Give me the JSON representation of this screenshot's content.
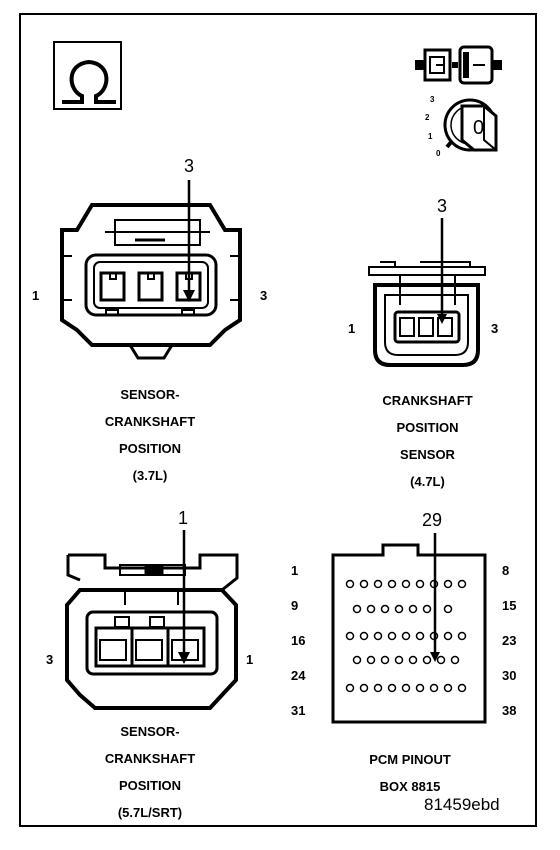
{
  "connector_37": {
    "callout": "3",
    "pin_left": "1",
    "pin_right": "3",
    "caption": [
      "SENSOR-",
      "CRANKSHAFT",
      "POSITION",
      "(3.7L)"
    ]
  },
  "connector_47": {
    "callout": "3",
    "pin_left": "1",
    "pin_right": "3",
    "caption": [
      "CRANKSHAFT",
      "POSITION",
      "SENSOR",
      "(4.7L)"
    ]
  },
  "connector_57": {
    "callout": "1",
    "pin_left": "3",
    "pin_right": "1",
    "caption": [
      "SENSOR-",
      "CRANKSHAFT",
      "POSITION",
      "(5.7L/SRT)"
    ]
  },
  "pcm": {
    "callout": "29",
    "row_labels_left": [
      "1",
      "9",
      "16",
      "24",
      "31"
    ],
    "row_labels_right": [
      "8",
      "15",
      "23",
      "30",
      "38"
    ],
    "caption": [
      "PCM PINOUT",
      "BOX 8815"
    ]
  },
  "ignition_icon": {
    "positions": [
      "3",
      "2",
      "1",
      "0"
    ],
    "key_label": "0"
  },
  "figure_id": "81459ebd",
  "icons": [
    "omega-icon",
    "connector-plug-icon",
    "ignition-key-icon"
  ]
}
